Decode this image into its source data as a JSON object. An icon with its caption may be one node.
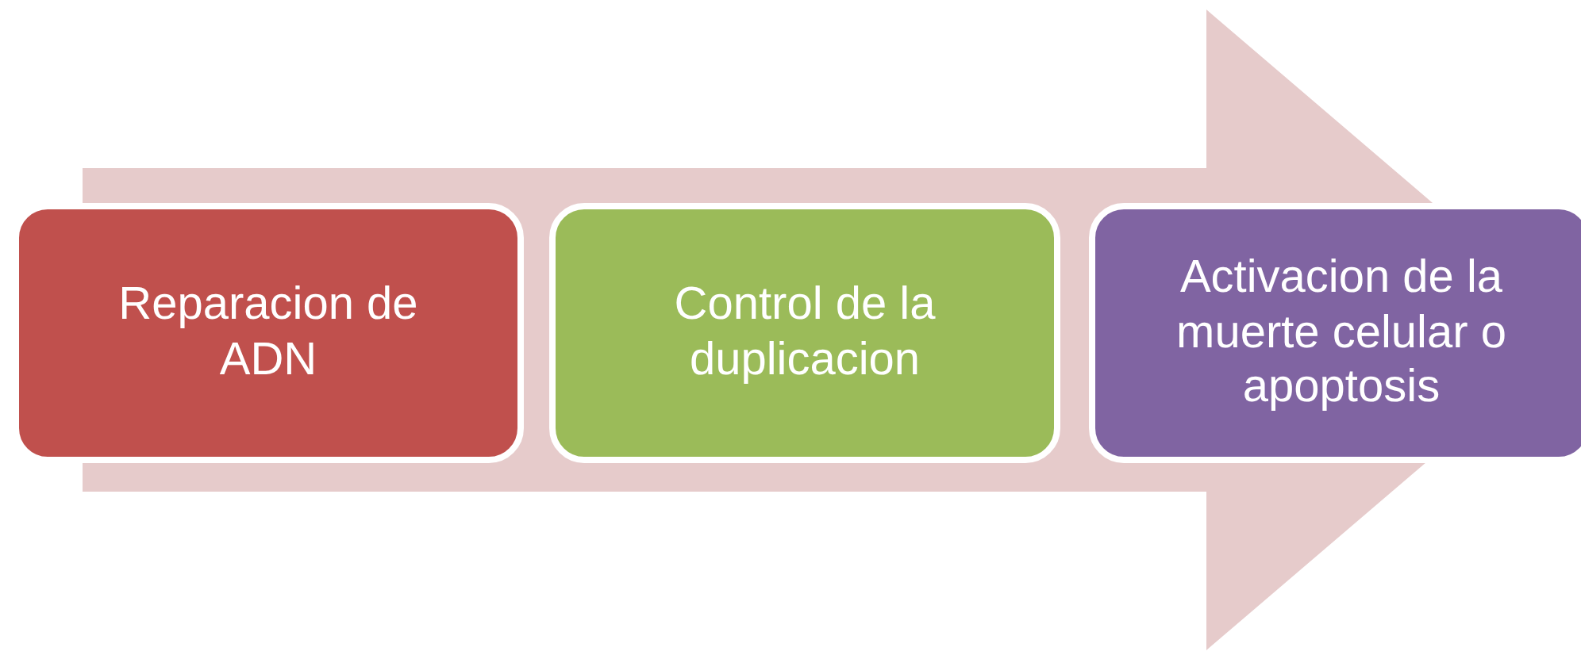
{
  "diagram": {
    "nodes": [
      {
        "text": [
          "Reparacion de ADN"
        ]
      },
      {
        "text": [
          "Control de la duplicacion"
        ]
      },
      {
        "text": [
          "Activacion de la muerte celular o apoptosis"
        ]
      }
    ],
    "edges": [
      {
        "from": 0,
        "to": 2,
        "arrow": "to",
        "style": "thick",
        "color": "#e6cbcb"
      }
    ]
  }
}
